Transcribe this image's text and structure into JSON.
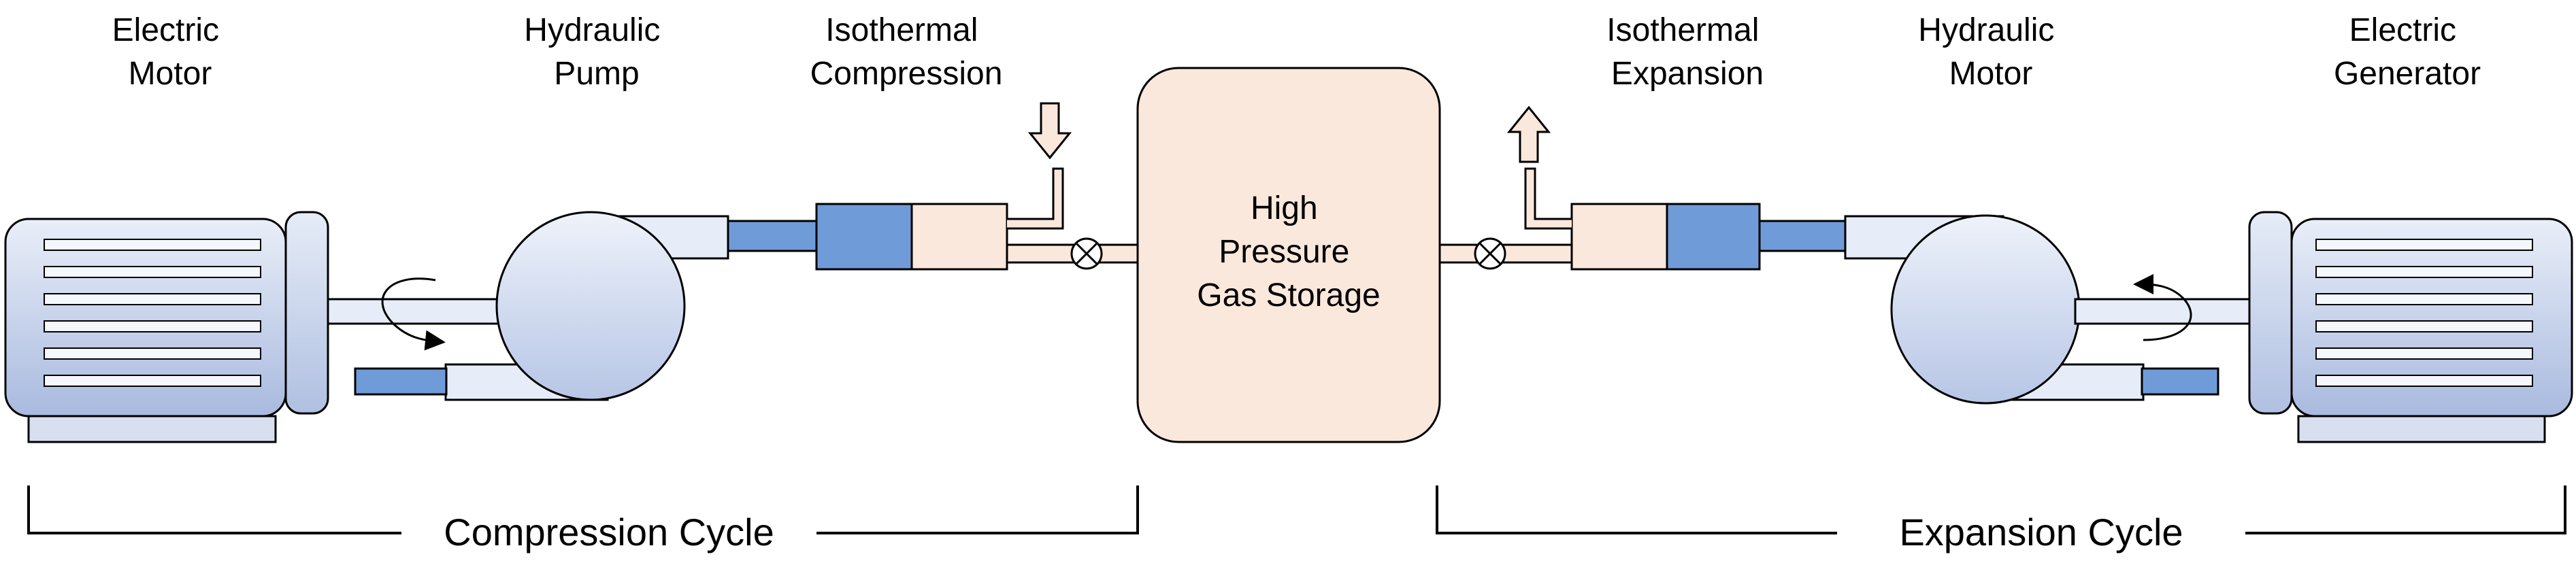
{
  "labels": {
    "electric_motor": [
      "Electric",
      "Motor"
    ],
    "hydraulic_pump": [
      "Hydraulic",
      "Pump"
    ],
    "isothermal_compression": [
      "Isothermal",
      "Compression"
    ],
    "storage": [
      "High",
      "Pressure",
      "Gas Storage"
    ],
    "isothermal_expansion": [
      "Isothermal",
      "Expansion"
    ],
    "hydraulic_motor": [
      "Hydraulic",
      "Motor"
    ],
    "electric_generator": [
      "Electric",
      "Generator"
    ]
  },
  "cycles": {
    "compression": "Compression Cycle",
    "expansion": "Expansion Cycle"
  },
  "colors": {
    "machine_fill": "#dce4f3",
    "machine_fill_dark": "#a9badf",
    "hydraulic_blue": "#6f9bd8",
    "gas_fill": "#fbe8dc",
    "shaft_fill": "#e6edf8",
    "stroke": "#000000"
  },
  "icons": {
    "inflow_arrow": "arrow-down-icon",
    "outflow_arrow": "arrow-up-icon",
    "valve": "valve-icon",
    "rotation": "rotation-arrow-icon"
  }
}
